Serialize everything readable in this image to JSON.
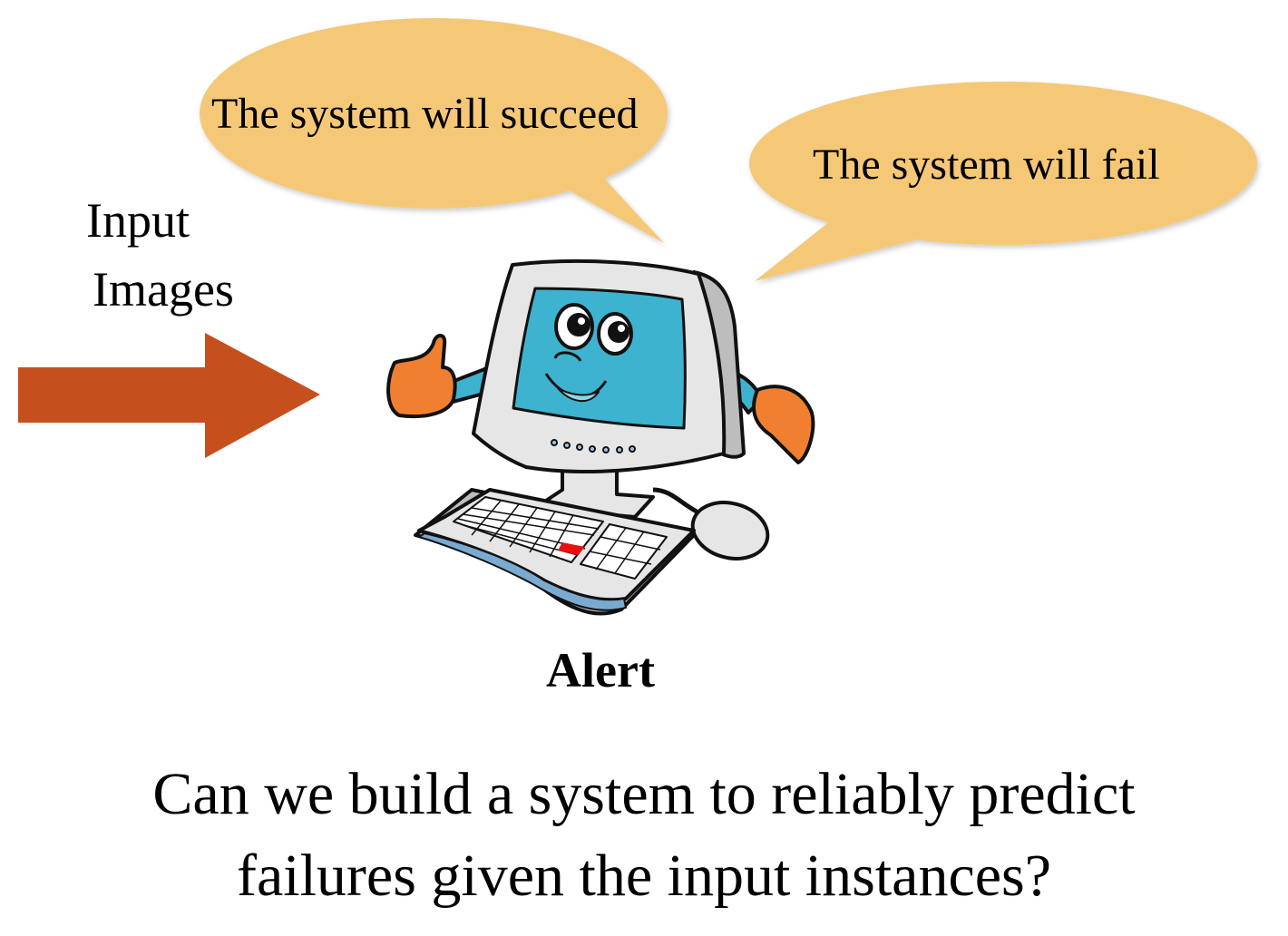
{
  "bubbles": {
    "success": "The system will succeed",
    "fail": "The system will fail"
  },
  "input_label": {
    "line1": "Input",
    "line2": "Images"
  },
  "alert_label": "Alert",
  "question": {
    "line1": "Can we build a system to reliably predict",
    "line2": "failures given the input instances?"
  },
  "colors": {
    "bubble": "#F5C878",
    "arrow": "#C5501E",
    "screen": "#3DB3CF",
    "hands": "#F08030",
    "keyboard_key_highlight": "#E81010"
  }
}
